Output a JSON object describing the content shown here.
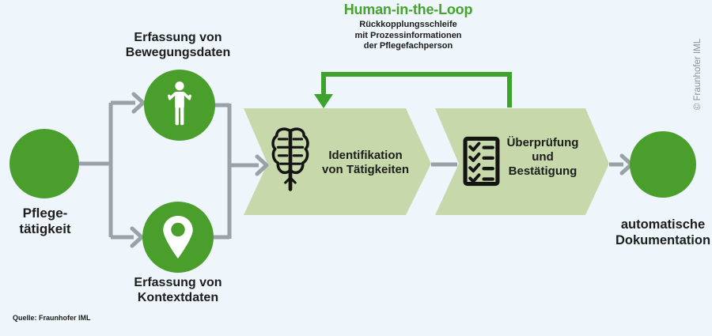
{
  "title": {
    "text": "Human-in-the-Loop",
    "subtitle": [
      "Rückkopplungsschleife",
      "mit Prozessinformationen",
      "der Pflegefachperson"
    ]
  },
  "nodes": {
    "start": {
      "lines": [
        "Pflege-",
        "tätigkeit"
      ]
    },
    "motion": {
      "lines": [
        "Erfassung von",
        "Bewegungsdaten"
      ],
      "icon": "person-icon"
    },
    "context": {
      "lines": [
        "Erfassung von",
        "Kontextdaten"
      ],
      "icon": "map-pin-icon"
    },
    "identify": {
      "lines": [
        "Identifikation",
        "von Tätigkeiten"
      ],
      "icon": "brain-icon"
    },
    "verify": {
      "lines": [
        "Überprüfung",
        "und",
        "Bestätigung"
      ],
      "icon": "checklist-icon"
    },
    "end": {
      "lines": [
        "automatische",
        "Dokumentation"
      ]
    }
  },
  "footer": {
    "source": "Quelle: Fraunhofer IML"
  },
  "copyright": "© Fraunhofer IML",
  "colors": {
    "background": "#eef5fb",
    "circle_green": "#4a9e2c",
    "chevron_green": "#c7d9ab",
    "accent_green": "#45a42c",
    "loop_green": "#3ea32a",
    "connector_gray": "#9aa1a7",
    "text_dark": "#1d1d1b",
    "copyright_gray": "#8c9196"
  }
}
